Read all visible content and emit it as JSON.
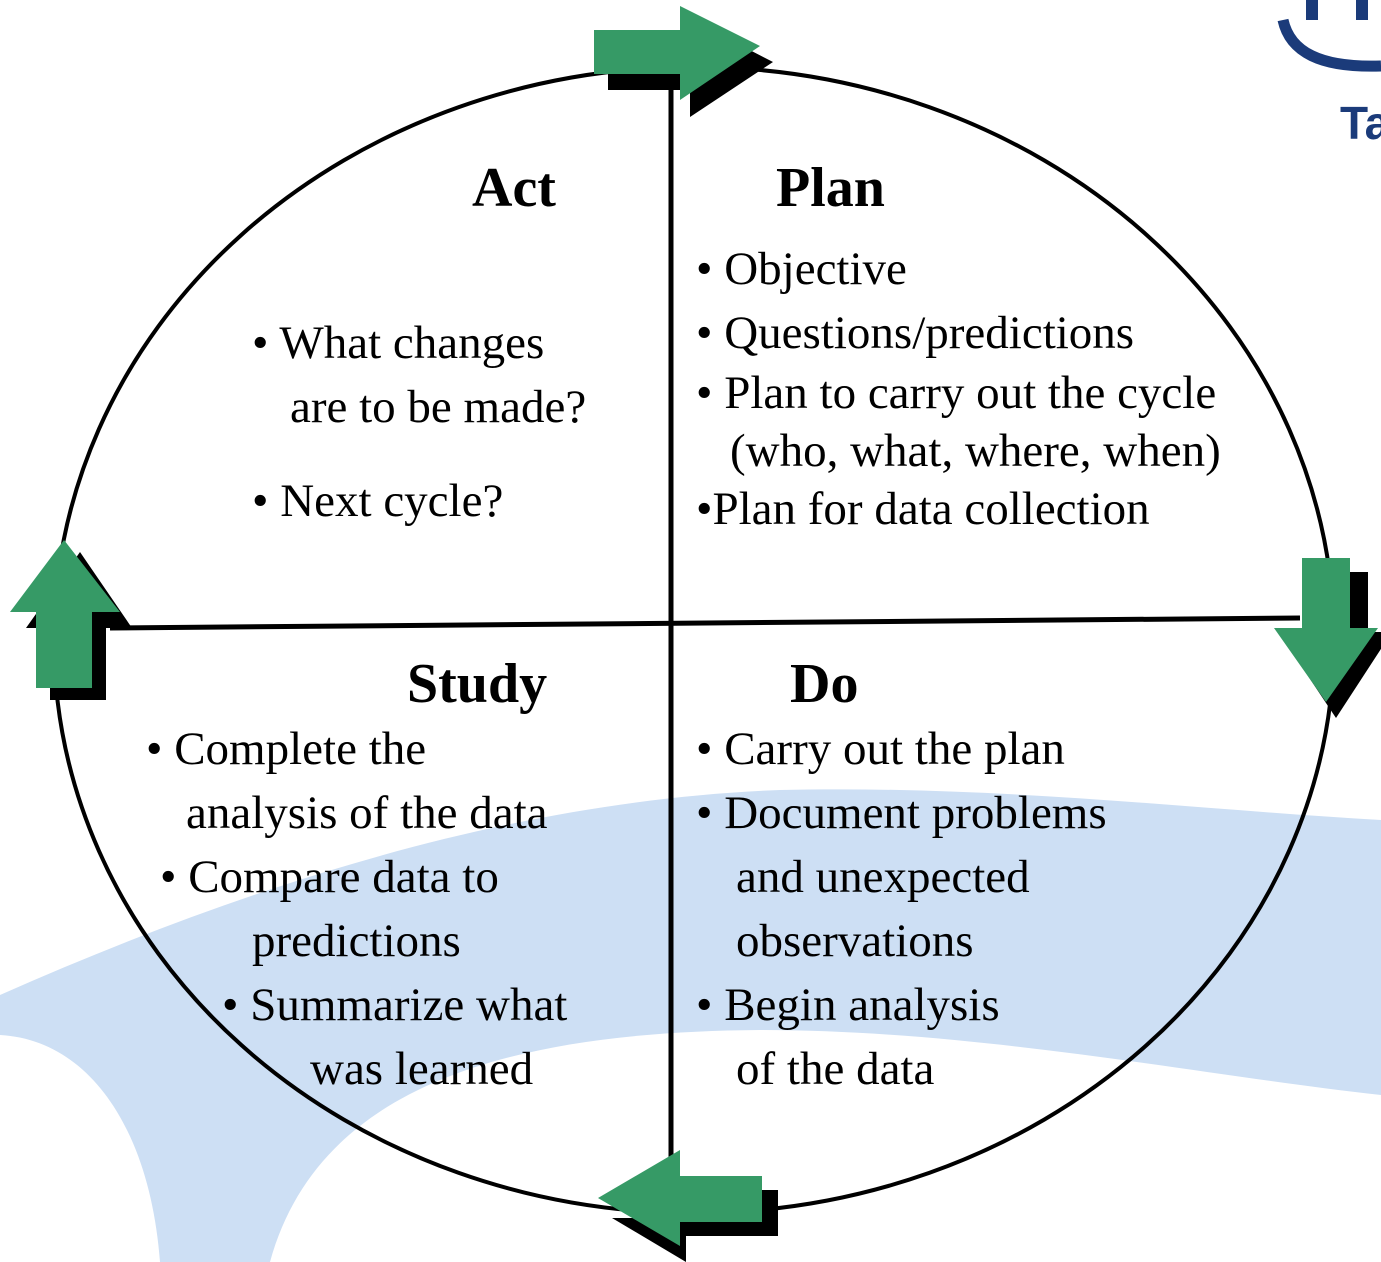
{
  "colors": {
    "arrow": "#369a66",
    "shadow": "#000000",
    "band": "#cddff4",
    "logo": "#1b3b7a"
  },
  "logo": {
    "partial_text": "Ta"
  },
  "quadrants": {
    "act": {
      "title": "Act",
      "lines": [
        "• What changes",
        "are to be made?",
        "• Next cycle?"
      ]
    },
    "plan": {
      "title": "Plan",
      "lines": [
        "• Objective",
        "• Questions/predictions",
        "• Plan to carry out the cycle",
        "(who, what, where, when)",
        "•Plan for data collection"
      ]
    },
    "study": {
      "title": "Study",
      "lines": [
        "• Complete the",
        "analysis of the data",
        "• Compare data to",
        "predictions",
        "• Summarize what",
        "was learned"
      ]
    },
    "do": {
      "title": "Do",
      "lines": [
        "• Carry out the plan",
        "• Document problems",
        "and unexpected",
        "observations",
        "• Begin analysis",
        "of the data"
      ]
    }
  }
}
